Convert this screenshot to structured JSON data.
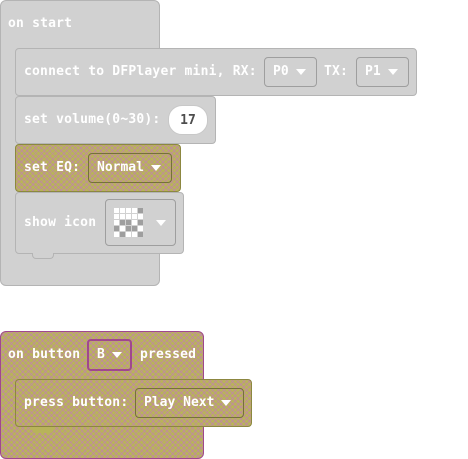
{
  "on_start": {
    "hat_label": "on start",
    "connect": {
      "label": "connect to DFPlayer mini, RX:",
      "rx_value": "P0",
      "tx_label": "TX:",
      "tx_value": "P1"
    },
    "volume": {
      "label": "set volume(0~30):",
      "value": "17"
    },
    "eq": {
      "label": "set EQ:",
      "value": "Normal"
    },
    "show_icon": {
      "label": "show icon",
      "pattern": [
        [
          1,
          1,
          1,
          1,
          0
        ],
        [
          1,
          1,
          1,
          1,
          1
        ],
        [
          1,
          0,
          0,
          1,
          0
        ],
        [
          0,
          1,
          0,
          0,
          1
        ],
        [
          1,
          0,
          1,
          1,
          0
        ]
      ]
    }
  },
  "on_button": {
    "prefix": "on button",
    "button_value": "B",
    "suffix": "pressed",
    "press": {
      "label": "press button:",
      "value": "Play Next"
    }
  },
  "colors": {
    "disabled_block": "#d1d1d1",
    "highlight_block": "#b8b35a",
    "highlight_border": "#a0478e"
  }
}
